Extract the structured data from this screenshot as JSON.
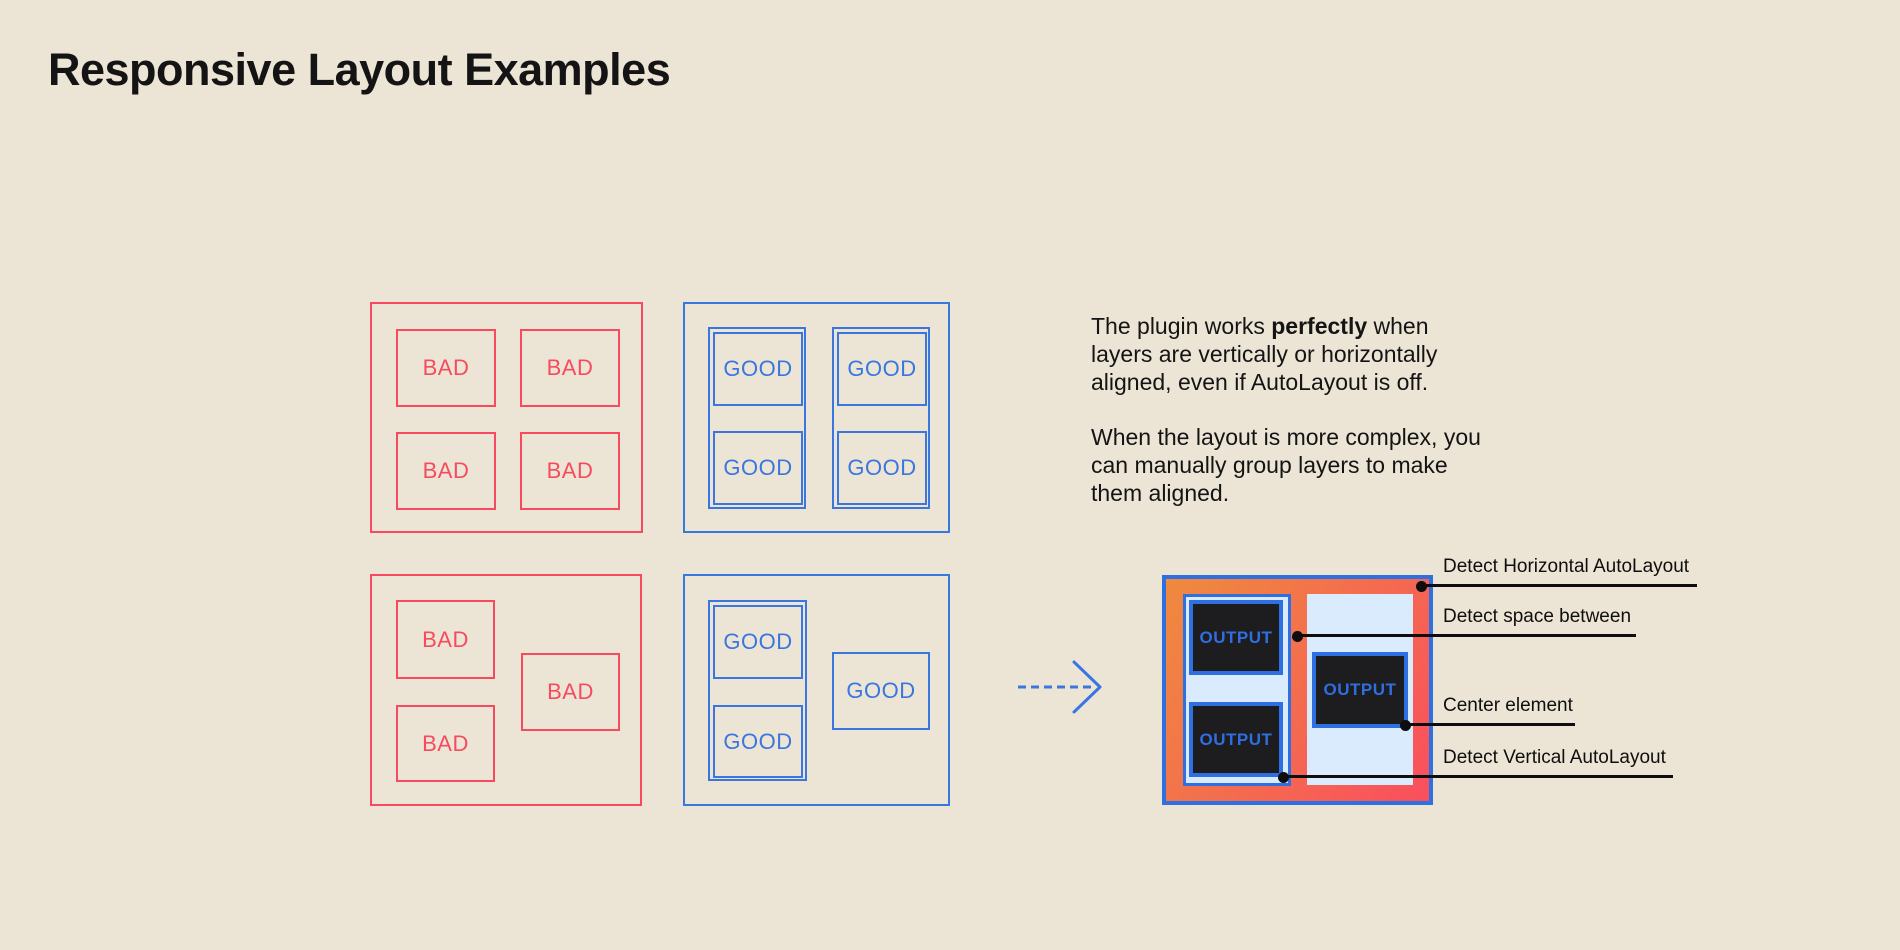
{
  "title": "Responsive Layout Examples",
  "labels": {
    "bad": "BAD",
    "good": "GOOD",
    "output": "OUTPUT"
  },
  "description": {
    "p1_before": "The plugin works ",
    "p1_bold": "perfectly",
    "p1_after": " when\nlayers are vertically or horizontally\naligned, even if AutoLayout is off.",
    "p2": "When the layout is more complex, you\ncan manually group layers to make\nthem aligned."
  },
  "annotations": [
    {
      "label": "Detect Horizontal AutoLayout"
    },
    {
      "label": "Detect space between"
    },
    {
      "label": "Center element"
    },
    {
      "label": "Detect Vertical AutoLayout"
    }
  ],
  "colors": {
    "background": "#ece5d6",
    "red": "#f64b5e",
    "blue": "#3a76e0",
    "blue_deep": "#2e6fe2",
    "light_blue": "#d9ebfc",
    "dark": "#1d1d20",
    "ink": "#141414",
    "gradient_start": "#ef8a3e",
    "gradient_end": "#f94f5e"
  }
}
